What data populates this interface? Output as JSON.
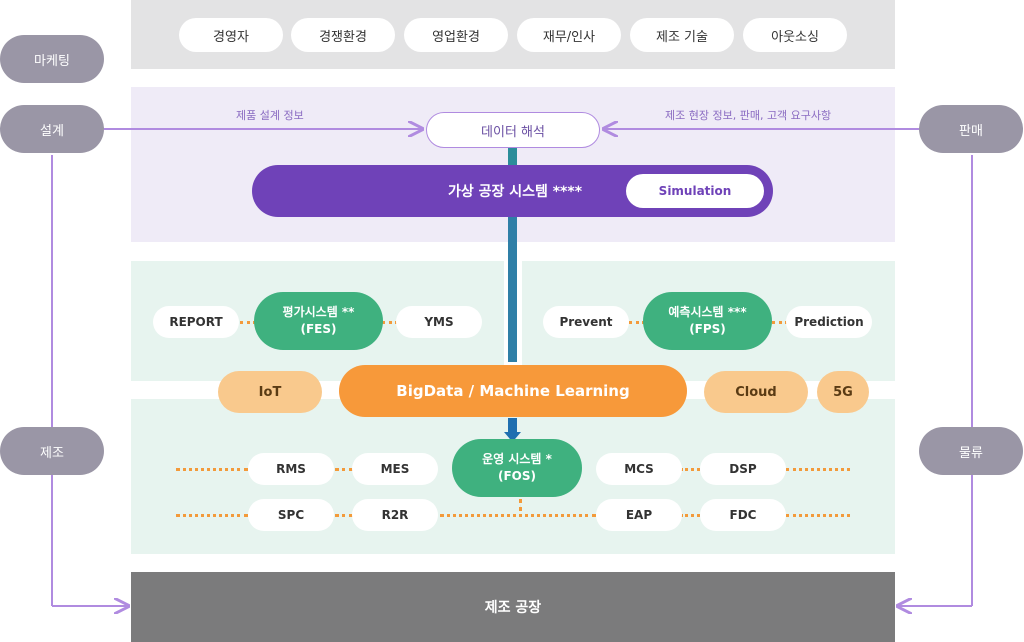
{
  "top_tabs": [
    "경영자",
    "경쟁환경",
    "영업환경",
    "재무/인사",
    "제조 기술",
    "아웃소싱"
  ],
  "side_left": {
    "marketing": "마케팅",
    "design": "설계",
    "manufacturing": "제조"
  },
  "side_right": {
    "sales": "판매",
    "logistics": "물류"
  },
  "labels": {
    "design_info": "제품 설계 정보",
    "field_info": "제조 현장 정보, 판매, 고객 요구사항"
  },
  "data_analysis": "데이터 해석",
  "virtual_factory": {
    "title": "가상 공장 시스템 ****",
    "simulation": "Simulation"
  },
  "fes": {
    "title": "평가시스템 **",
    "sub": "(FES)",
    "left": "REPORT",
    "right": "YMS"
  },
  "fps": {
    "title": "예측시스템 ***",
    "sub": "(FPS)",
    "left": "Prevent",
    "right": "Prediction"
  },
  "bigdata": {
    "iot": "IoT",
    "main": "BigData / Machine Learning",
    "cloud": "Cloud",
    "fiveg": "5G"
  },
  "fos": {
    "title": "운영 시스템 *",
    "sub": "(FOS)",
    "row1": [
      "RMS",
      "MES",
      "MCS",
      "DSP"
    ],
    "row2": [
      "SPC",
      "R2R",
      "EAP",
      "FDC"
    ]
  },
  "factory": "제조 공장",
  "colors": {
    "purple": "#6f42b8",
    "green": "#3fb17f",
    "orange": "#f7993a",
    "gray_side": "#9a96a6",
    "factory_bg": "#7b7b7c"
  }
}
